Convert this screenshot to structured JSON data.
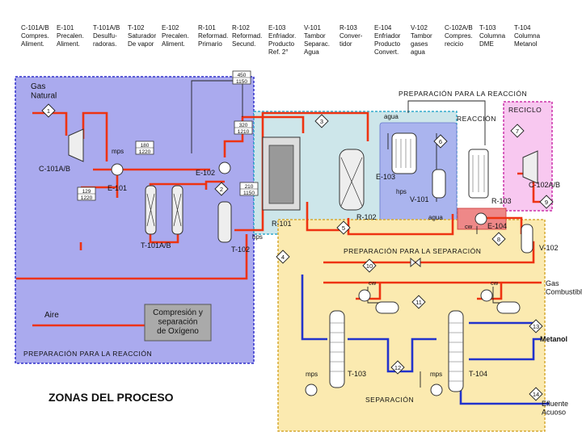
{
  "legend": [
    {
      "tag": "C-101A/B",
      "desc": "Compres.\nAliment."
    },
    {
      "tag": "E-101",
      "desc": "Precalen.\nAliment."
    },
    {
      "tag": "T-101A/B",
      "desc": "Desulfu-\nradoras."
    },
    {
      "tag": "T-102",
      "desc": "Saturador\nDe vapor"
    },
    {
      "tag": "E-102",
      "desc": "Precalen.\nAliment."
    },
    {
      "tag": "R-101",
      "desc": "Reformad.\nPrimario"
    },
    {
      "tag": "R-102",
      "desc": "Reformad.\nSecund."
    },
    {
      "tag": "E-103",
      "desc": "Enfriador.\nProducto\nRef. 2°"
    },
    {
      "tag": "V-101",
      "desc": "Tambor\nSeparac.\nAgua"
    },
    {
      "tag": "R-103",
      "desc": "Conver-\ntidor"
    },
    {
      "tag": "E-104",
      "desc": "Enfriador\nProducto\nConvert."
    },
    {
      "tag": "V-102",
      "desc": "Tambor\ngases\nagua"
    },
    {
      "tag": "C-102A/B",
      "desc": "Compres.\nrecicio"
    },
    {
      "tag": "T-103",
      "desc": "Columna\nDME"
    },
    {
      "tag": "T-104",
      "desc": "Columna\nMetanol"
    }
  ],
  "zones": {
    "reaccion_top": "PREPARACIÓN PARA LA REACCIÓN",
    "reaccion_inner": "REACCIÓN",
    "reciclo": "RECICLO",
    "separacion_top": "PREPARACIÓN PARA LA SEPARACIÓN",
    "reaccion_left": "PREPARACIÓN PARA LA REACCIÓN",
    "separacion": "SEPARACIÓN",
    "title": "ZONAS DEL PROCESO"
  },
  "streams": {
    "gas_natural": "Gas\nNatural",
    "aire": "Aire",
    "oxigeno_box": "Compresión y\nseparación\nde Oxígeno",
    "gas_combustible": "Gas\nCombustible",
    "metanol": "Metanol",
    "efluente": "Efluente\nAcuoso"
  },
  "equipment_labels": {
    "c101": "C-101A/B",
    "e101": "E-101",
    "t101": "T-101A/B",
    "t102": "T-102",
    "e102": "E-102",
    "r101": "R-101",
    "r102": "R-102",
    "e103": "E-103",
    "v101": "V-101",
    "r103": "R-103",
    "e104": "E-104",
    "v102": "V-102",
    "c102": "C-102A/B",
    "t103": "T-103",
    "t104": "T-104"
  },
  "utilities": {
    "mps1": "mps",
    "hps_top": "hps",
    "hps_mid": "hps",
    "agua1": "agua",
    "agua2": "agua",
    "cw1": "cw",
    "cw2": "cw",
    "cw3": "cw",
    "mps2": "mps",
    "mps3": "mps"
  },
  "stream_numbers": [
    "1",
    "2",
    "3",
    "4",
    "5",
    "6",
    "7",
    "8",
    "9",
    "10",
    "11",
    "12",
    "13",
    "14"
  ],
  "conditions": {
    "c_top_t": "450",
    "c_top_p": "1150",
    "c_c101_t": "180",
    "c_c101_p": "1220",
    "c_e101_t": "129",
    "c_e101_p": "1220",
    "c_e102_t": "320",
    "c_e102_p": "1210",
    "c_t102_t": "210",
    "c_t102_p": "1150"
  },
  "colors": {
    "reaccion_fill": "#aaaaee",
    "reaccion_border": "#3333cc",
    "inner_fill": "#cde6ea",
    "inner_border": "#33aacc",
    "reciclo_fill": "#f8c8f0",
    "reciclo_border": "#cc33aa",
    "separacion_fill": "#fbeab0",
    "separacion_border": "#d6a933",
    "red_line": "#ee3311",
    "blue_line": "#2233cc",
    "e104_fill": "#ee6666"
  }
}
